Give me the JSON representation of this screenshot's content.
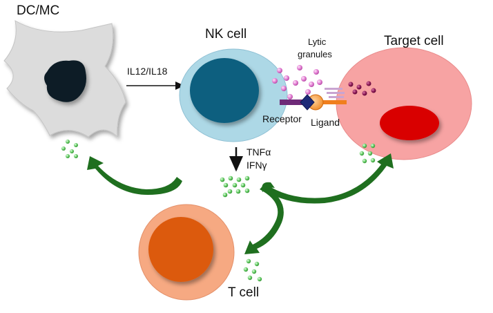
{
  "labels": {
    "dc_mc": "DC/MC",
    "nk_cell": "NK cell",
    "target_cell": "Target cell",
    "t_cell": "T cell",
    "il12_il18": "IL12/IL18",
    "lytic_line1": "Lytic",
    "lytic_line2": "granules",
    "receptor": "Receptor",
    "ligand": "Ligand",
    "tnf": "TNFα",
    "ifn": "IFNγ"
  },
  "colors": {
    "nk_outer": "#add8e6",
    "nk_nucleus": "#0f5f7f",
    "target_outer": "#f7a3a3",
    "target_nucleus": "#d90000",
    "t_outer": "#f6a982",
    "t_nucleus": "#dc5a0c",
    "dc_body": "#dcdcdc",
    "dc_nucleus": "#0d1f26",
    "arrow_green": "#1f6f1f",
    "granule_pink": "#e07ad0",
    "granule_purple": "#8a1552",
    "cytokine_green": "#66cc66"
  }
}
